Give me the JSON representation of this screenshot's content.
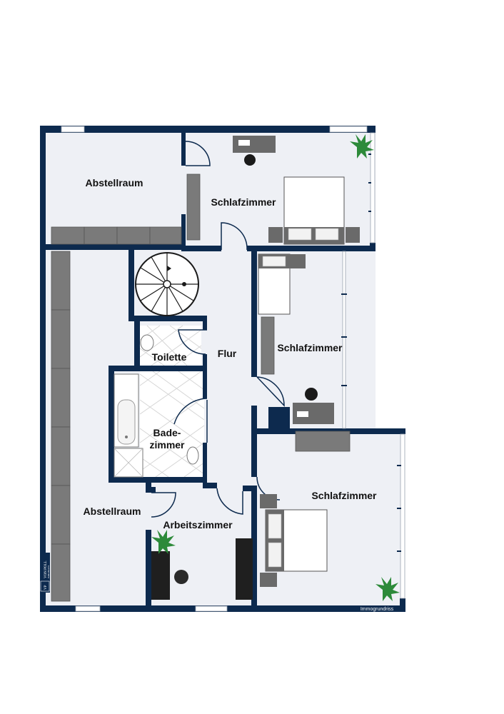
{
  "colors": {
    "wall": "#0d2a4e",
    "floor": "#eef0f5",
    "furniture": "#7a7a7a",
    "furniture_dark": "#4a4a4a",
    "window": "#ffffff",
    "bath_floor": "#ffffff",
    "plant": "#2d8a3a"
  },
  "rooms": {
    "abstellraum_top": "Abstellraum",
    "schlafzimmer_top": "Schlafzimmer",
    "flur": "Flur",
    "toilette": "Toilette",
    "schlafzimmer_mid": "Schlafzimmer",
    "badezimmer_line1": "Bade-",
    "badezimmer_line2": "zimmer",
    "abstellraum_bottom": "Abstellraum",
    "arbeitszimmer": "Arbeitszimmer",
    "schlafzimmer_bottom": "Schlafzimmer"
  },
  "credit": "Immogrundriss",
  "brand": {
    "initials": "VP",
    "name": "VON POLL",
    "sub": "IMMOBILIEN"
  }
}
